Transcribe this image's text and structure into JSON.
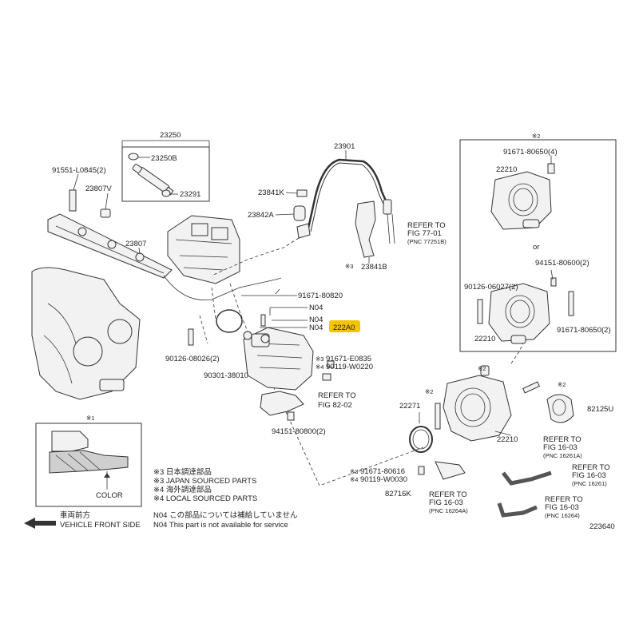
{
  "highlight_color": "#f5c400",
  "part_labels": {
    "p23250": "23250",
    "p23250b": "23250B",
    "p23291": "23291",
    "p91551": "91551-L0845(2)",
    "p23807v": "23807V",
    "p23807": "23807",
    "p23901": "23901",
    "p23841k": "23841K",
    "p23842a": "23842A",
    "p23841b": "23841B",
    "p91671_80820": "91671-80820",
    "n04_a": "N04",
    "n04_b": "N04",
    "n04_c": "N04",
    "p222a0": "222A0",
    "p90126_08026": "90126-08026(2)",
    "p90301": "90301-38010",
    "p91671_e0835": "91671-E0835",
    "p90119_w0220": "90119-W0220",
    "p94151_80800": "94151-80800(2)",
    "p22271": "22271",
    "p22210_c": "22210",
    "p82125u": "82125U",
    "p91671_80616": "91671-80616",
    "p90119_w0030": "90119-W0030",
    "p82716k": "82716K",
    "p91671_80650_a": "91671-80650(4)",
    "p22210_a": "22210",
    "p94151_80600": "94151-80600(2)",
    "p90126_06027": "90126-06027(2)",
    "p91671_80650_b": "91671-80650(2)",
    "p22210_b": "22210",
    "or_text": "or",
    "mark3_a": "※3",
    "mark4_a": "※4",
    "mark3_b": "※3",
    "mark4_b": "※4",
    "mark2_box": "※2",
    "mark2_a": "※2",
    "mark2_b": "※2",
    "mark2_c": "※2",
    "mark3_23841b": "※3"
  },
  "refer_labels": {
    "r1_line1": "REFER TO",
    "r1_line2": "FIG 77-01",
    "r1_line3": "(PNC 77251B)",
    "r2_line1": "REFER TO",
    "r2_line2": "FIG 82-02",
    "r3_line1": "REFER TO",
    "r3_line2": "FIG 16-03",
    "r3_line3": "(PNC 16261A)",
    "r4_line1": "REFER TO",
    "r4_line2": "FIG 16-03",
    "r4_line3": "(PNC 16261)",
    "r5_line1": "REFER TO",
    "r5_line2": "FIG 16-03",
    "r5_line3": "(PNC 16264A)",
    "r6_line1": "REFER TO",
    "r6_line2": "FIG 16-03",
    "r6_line3": "(PNC 16264)"
  },
  "inset": {
    "title": "※1",
    "color_label": "COLOR"
  },
  "legend": {
    "m3_jp": "※3 日本調達部品",
    "m3_en": "※3 JAPAN SOURCED PARTS",
    "m4_jp": "※4 海外調達部品",
    "m4_en": "※4 LOCAL SOURCED PARTS",
    "n04_jp": "N04 この部品については補給していません",
    "n04_en": "N04 This part is not available for service"
  },
  "front_side": {
    "jp": "車両前方",
    "en": "VEHICLE FRONT SIDE"
  },
  "diagram_number": "223640"
}
